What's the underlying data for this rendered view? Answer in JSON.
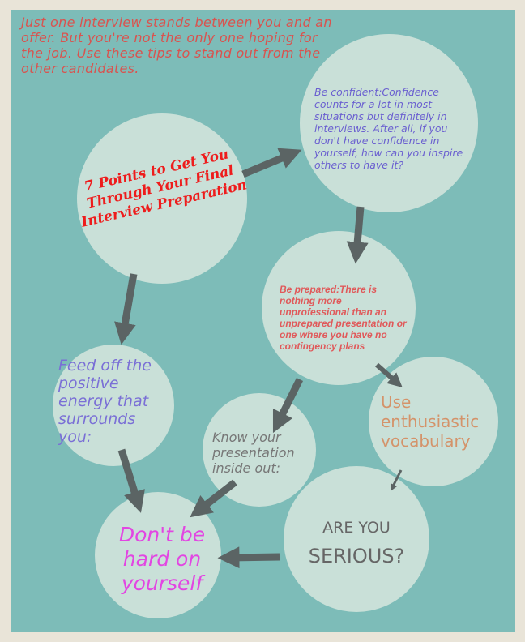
{
  "intro": "Just one interview stands between you and an offer. But you're not the only one hoping for the job. Use these tips to stand out from the other candidates.",
  "title": "7 Points to Get You Through Your Final Interview Preparation",
  "nodes": {
    "confident": "Be confident:Confidence counts for a lot in most situations but definitely in interviews.  After all, if you don't have confidence in yourself, how can you inspire others to have it?",
    "prepared": "Be prepared:There is nothing more unprofessional than an unprepared presentation or one where you have no contingency plans",
    "feed": "Feed off the positive energy that surrounds you:",
    "know": "Know your presentation inside out:",
    "use": "Use enthusiastic vocabulary",
    "serious_line1": "ARE YOU",
    "serious_line2": "SERIOUS?",
    "dont": "Don't be hard on yourself"
  },
  "colors": {
    "background": "#7dbcb8",
    "circle": "#c9e0d8",
    "arrow": "#5b6464"
  }
}
